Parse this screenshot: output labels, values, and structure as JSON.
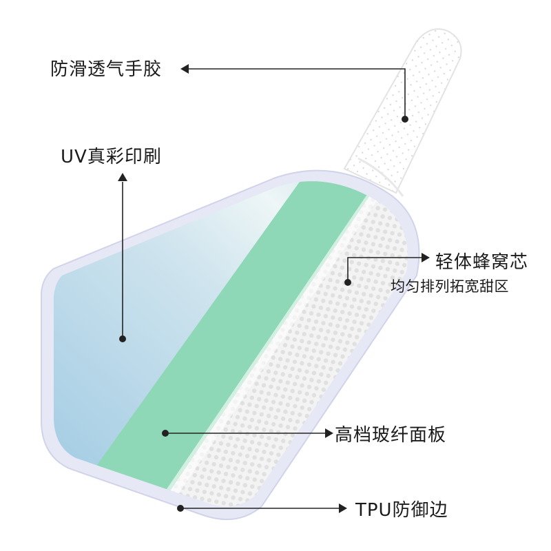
{
  "callouts": {
    "grip": "防滑透气手胶",
    "uv_print": "UV真彩印刷",
    "core_title": "轻体蜂窝芯",
    "core_sub": "均匀排列拓宽甜区",
    "fiberglass": "高档玻纤面板",
    "edge": "TPU防御边"
  },
  "colors": {
    "uv_layer": "#a9cfe3",
    "fiberglass": "#8fd8b7",
    "honeycomb": "#f2f2f2",
    "edge_guard": "#e6e8f6",
    "grip": "#ffffff"
  }
}
